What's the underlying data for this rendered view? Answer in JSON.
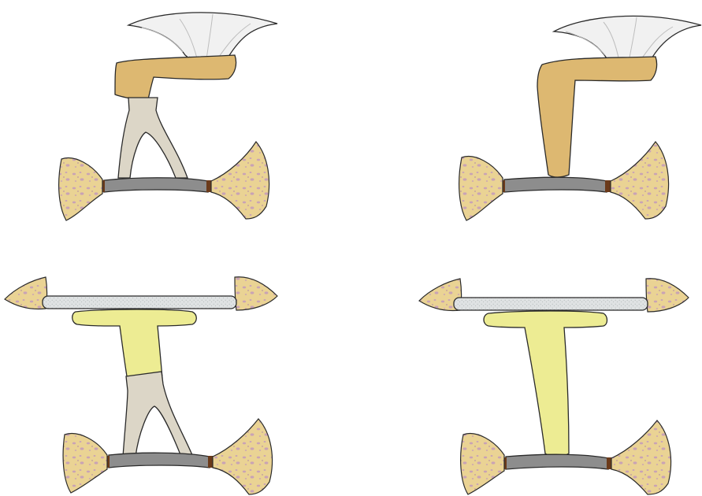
{
  "colors": {
    "background": "#ffffff",
    "outline": "#2a2a2a",
    "bone_fill": "#ead394",
    "bone_speckle": "#c9a3b5",
    "ligament": "#8d8d8d",
    "ligament_dark": "#6f6f6f",
    "ligament_end": "#6b3a1a",
    "membrane": "#f1f1f1",
    "membrane_line": "#bdbdbd",
    "tympanic_plate": "#dfe2e3",
    "tympanic_dots": "#b9bfbf",
    "stapes": "#dcd6c7",
    "prosthesis_tan": "#ddb871",
    "prosthesis_yellow": "#edec93"
  },
  "panels": [
    {
      "name": "panel-top-left",
      "prosthesis": "tan-bent",
      "top": "drum-cap",
      "stapes": true
    },
    {
      "name": "panel-top-right",
      "prosthesis": "tan-bent",
      "top": "drum-cap",
      "stapes": false
    },
    {
      "name": "panel-bottom-left",
      "prosthesis": "yellow-t",
      "top": "bone-bridge",
      "stapes": true
    },
    {
      "name": "panel-bottom-right",
      "prosthesis": "yellow-t",
      "top": "bone-bridge",
      "stapes": false
    }
  ]
}
